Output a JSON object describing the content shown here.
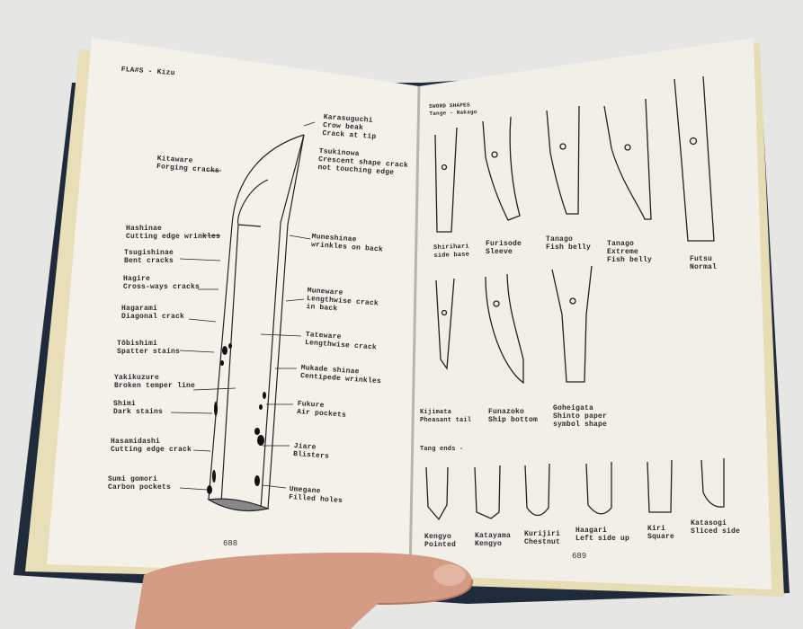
{
  "left_page": {
    "header": "FLA#S - Kizu",
    "page_number": "688",
    "labels": [
      {
        "jp": "Karasuguchi",
        "en": "Crow beak",
        "extra": "Crack at tip"
      },
      {
        "jp": "Kitaware",
        "en": "Forging cracks"
      },
      {
        "jp": "Tsukinowa",
        "en": "Crescent shape crack",
        "extra": "not touching edge"
      },
      {
        "jp": "Hashinae",
        "en": "Cutting edge wrinkles"
      },
      {
        "jp": "Tsugishinae",
        "en": "Bent cracks"
      },
      {
        "jp": "Hagire",
        "en": "Cross-ways cracks"
      },
      {
        "jp": "Muneshinae",
        "en": "wrinkles on back"
      },
      {
        "jp": "Muneware",
        "en": "Lengthwise crack",
        "extra": "in back"
      },
      {
        "jp": "Hagarami",
        "en": "Diagonal crack"
      },
      {
        "jp": "Tōbishimi",
        "en": "Spatter stains"
      },
      {
        "jp": "Tateware",
        "en": "Lengthwise crack"
      },
      {
        "jp": "Mukade shinae",
        "en": "Centipede wrinkles"
      },
      {
        "jp": "Yakikuzure",
        "en": "Broken temper line"
      },
      {
        "jp": "Shimi",
        "en": "Dark stains"
      },
      {
        "jp": "Fukure",
        "en": "Air pockets"
      },
      {
        "jp": "Hasamidashi",
        "en": "Cutting edge crack"
      },
      {
        "jp": "Jiare",
        "en": "Blisters"
      },
      {
        "jp": "Sumi gomori",
        "en": "Carbon pockets"
      },
      {
        "jp": "Umegane",
        "en": "Filled holes"
      }
    ]
  },
  "right_page": {
    "header": "SWORD SHAPES",
    "subheader": "Tange - Nakago",
    "page_number": "689",
    "tang_shapes": [
      {
        "jp": "Shirihari",
        "en": "side base"
      },
      {
        "jp": "Furisode",
        "en": "Sleeve"
      },
      {
        "jp": "Tanago",
        "en": "Fish belly"
      },
      {
        "jp": "Tanago",
        "en": "Extreme",
        "extra": "Fish belly"
      },
      {
        "jp": "Futsu",
        "en": "Normal"
      },
      {
        "jp": "Kijimata",
        "en": "Pheasant tail"
      },
      {
        "jp": "Funazoko",
        "en": "Ship bottom"
      },
      {
        "jp": "Goheigata",
        "en": "Shinto paper",
        "extra": "symbol shape"
      }
    ],
    "tang_ends_title": "Tang ends -",
    "tang_ends": [
      {
        "jp": "Kengyo",
        "en": "Pointed"
      },
      {
        "jp": "Katayama",
        "en": "Kengyo"
      },
      {
        "jp": "Kurijiri",
        "en": "Chestnut"
      },
      {
        "jp": "Haagari",
        "en": "Left side up"
      },
      {
        "jp": "Kiri",
        "en": "Square"
      },
      {
        "jp": "Katasogi",
        "en": "Sliced side"
      }
    ]
  }
}
